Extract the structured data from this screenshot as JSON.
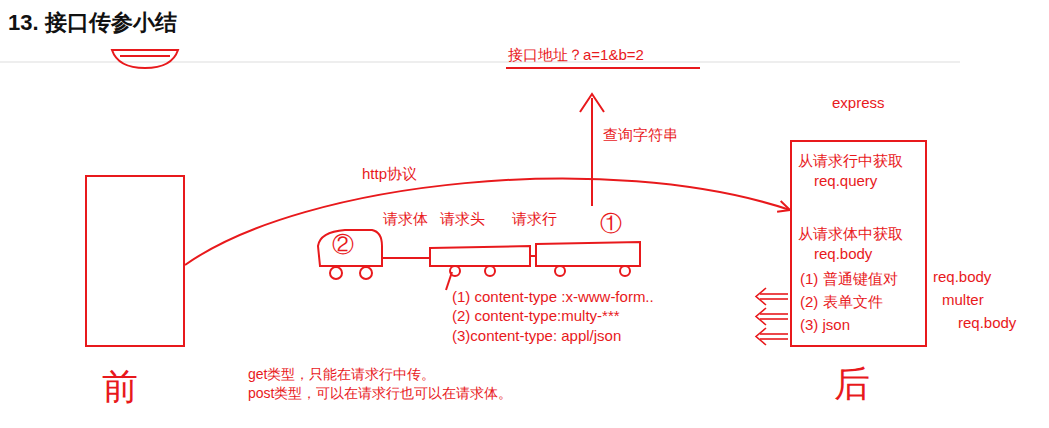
{
  "diagram": {
    "title": "13. 接口传参小结",
    "nodes": [
      {
        "text": [
          "前"
        ]
      },
      {
        "text": [
          "express",
          "从请求行中获取",
          "req.query",
          "从请求体中获取",
          "req.body",
          "(1) 普通键值对",
          "(2) 表单文件",
          "(3) json",
          "后"
        ]
      }
    ],
    "edges": [
      {
        "from": 0,
        "to": 1,
        "arrow": "to",
        "label": "http协议"
      }
    ],
    "labels": [
      "②",
      "请求体",
      "请求头",
      "请求行",
      "①",
      "接口地址？a=1&b=2",
      "查询字符串",
      "(1) content-type :x-www-form..",
      "(2) content-type:multy-***",
      "(3)content-type: appl/json",
      "req.body",
      "multer",
      "req.body",
      "get类型，只能在请求行中传。",
      "post类型，可以在请求行也可以在请求体。"
    ]
  }
}
